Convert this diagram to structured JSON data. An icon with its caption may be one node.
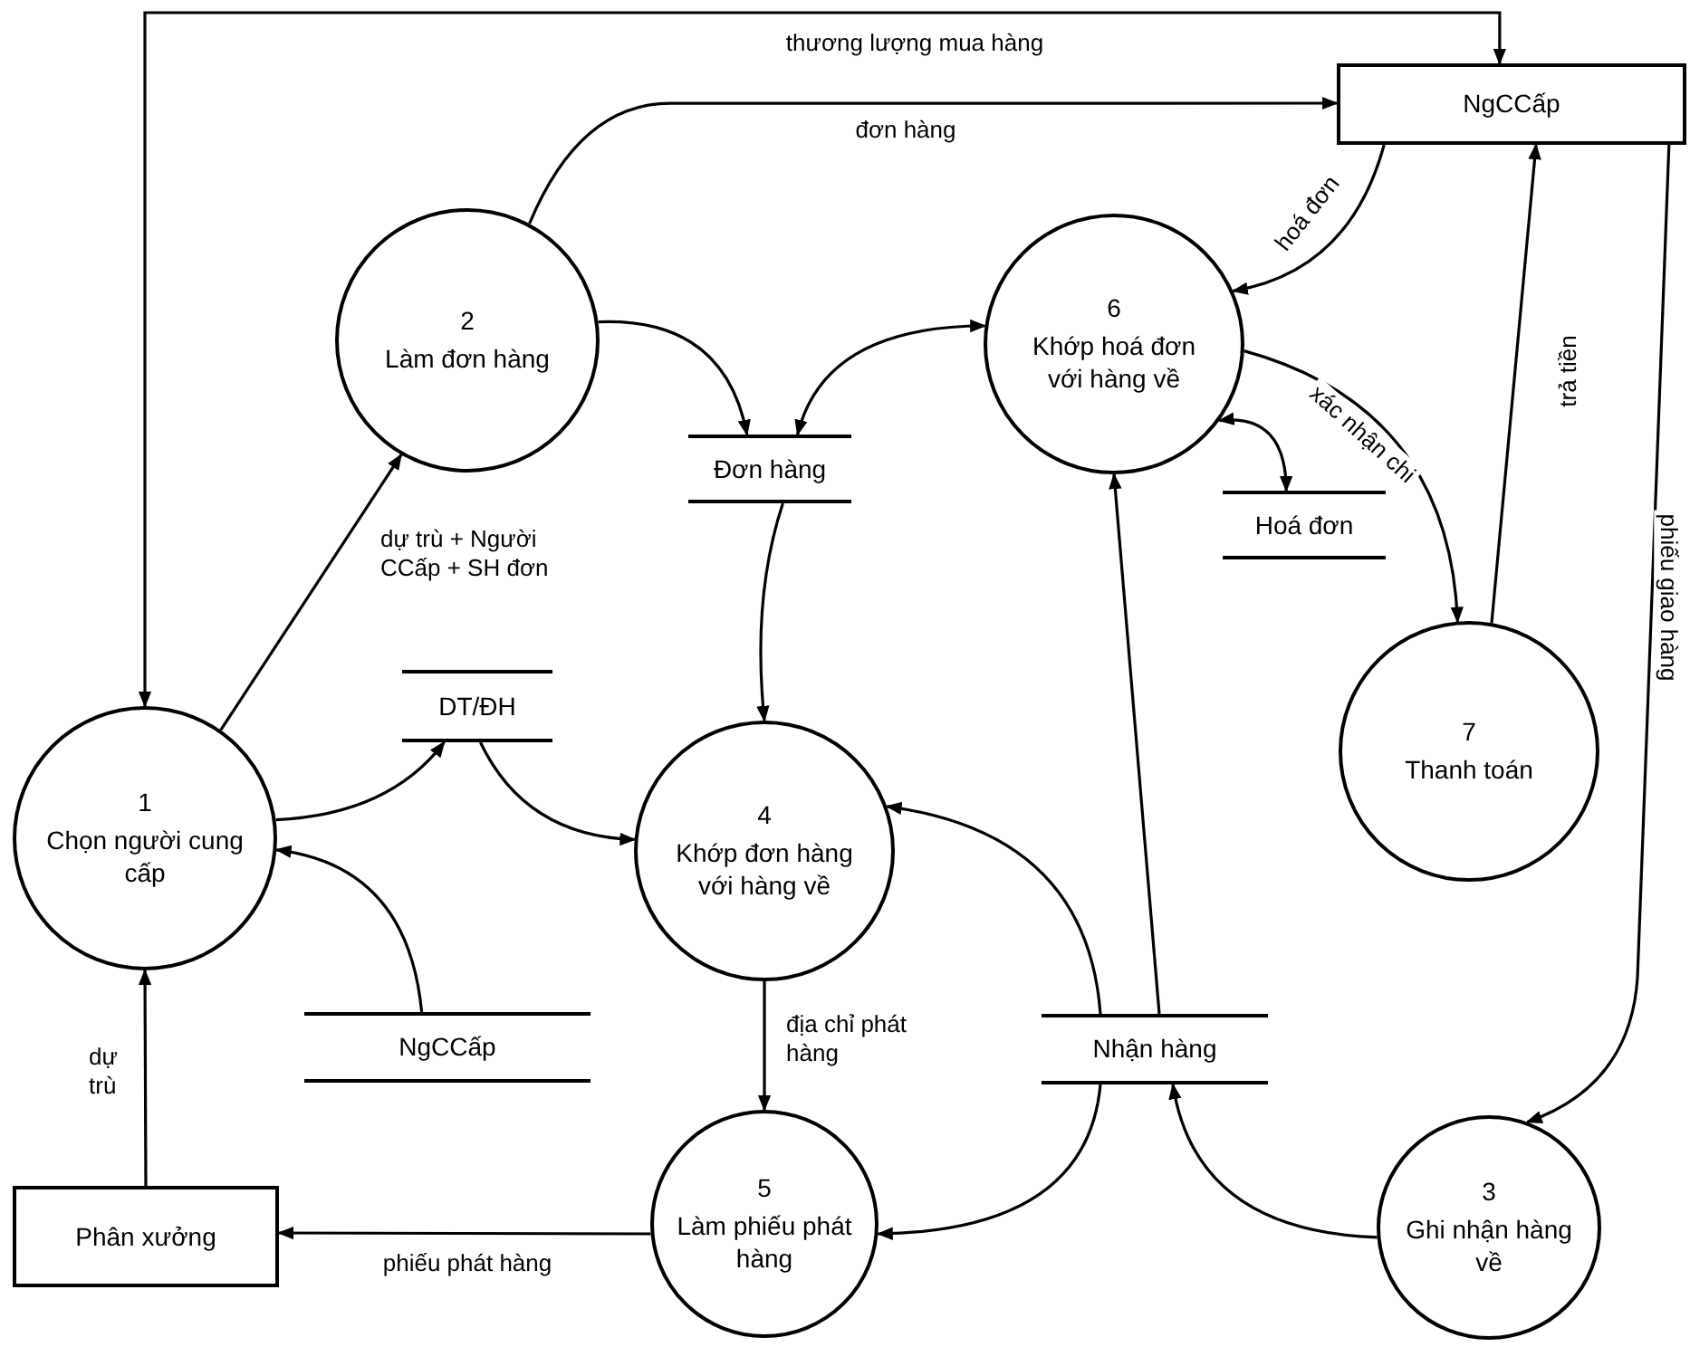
{
  "diagram": {
    "nodes": [
      {
        "text": [
          "NgCCấp"
        ]
      },
      {
        "text": [
          "2",
          "Làm đơn hàng"
        ]
      },
      {
        "text": [
          "6",
          "Khớp hoá đơn với hàng về"
        ]
      },
      {
        "text": [
          "Đơn hàng"
        ]
      },
      {
        "text": [
          "Hoá đơn"
        ]
      },
      {
        "text": [
          "7",
          "Thanh toán"
        ]
      },
      {
        "text": [
          "1",
          "Chọn người cung cấp"
        ]
      },
      {
        "text": [
          "DT/ĐH"
        ]
      },
      {
        "text": [
          "4",
          "Khớp đơn hàng với hàng về"
        ]
      },
      {
        "text": [
          "NgCCấp"
        ]
      },
      {
        "text": [
          "Nhận hàng"
        ]
      },
      {
        "text": [
          "Phân xưởng"
        ]
      },
      {
        "text": [
          "5",
          "Làm phiếu phát hàng"
        ]
      },
      {
        "text": [
          "3",
          "Ghi nhận hàng về"
        ]
      }
    ],
    "edges": [
      {
        "from": 6,
        "to": 0,
        "arrow": "both",
        "label": "thương lượng mua hàng"
      },
      {
        "from": 1,
        "to": 0,
        "arrow": "to",
        "label": "đơn hàng"
      },
      {
        "from": 0,
        "to": 2,
        "arrow": "to",
        "label": "hoá đơn"
      },
      {
        "from": 5,
        "to": 0,
        "arrow": "to",
        "label": "trả tiền"
      },
      {
        "from": 0,
        "to": 13,
        "arrow": "to",
        "label": "phiếu giao hàng"
      },
      {
        "from": 1,
        "to": 3,
        "arrow": "to"
      },
      {
        "from": 2,
        "to": 3,
        "arrow": "both"
      },
      {
        "from": 2,
        "to": 4,
        "arrow": "both"
      },
      {
        "from": 2,
        "to": 5,
        "arrow": "to",
        "label": "xác nhận chi"
      },
      {
        "from": 6,
        "to": 1,
        "arrow": "to",
        "label": "dự trù + Người CCấp + SH đơn"
      },
      {
        "from": 6,
        "to": 7,
        "arrow": "to"
      },
      {
        "from": 7,
        "to": 8,
        "arrow": "to"
      },
      {
        "from": 3,
        "to": 8,
        "arrow": "to"
      },
      {
        "from": 9,
        "to": 6,
        "arrow": "to"
      },
      {
        "from": 8,
        "to": 12,
        "arrow": "to",
        "label": "địa chỉ phát hàng"
      },
      {
        "from": 10,
        "to": 2,
        "arrow": "to"
      },
      {
        "from": 10,
        "to": 8,
        "arrow": "to"
      },
      {
        "from": 10,
        "to": 12,
        "arrow": "to"
      },
      {
        "from": 13,
        "to": 10,
        "arrow": "to"
      },
      {
        "from": 12,
        "to": 11,
        "arrow": "to",
        "label": "phiếu phát hàng"
      },
      {
        "from": 11,
        "to": 6,
        "arrow": "to",
        "label": "dự trù"
      }
    ]
  }
}
